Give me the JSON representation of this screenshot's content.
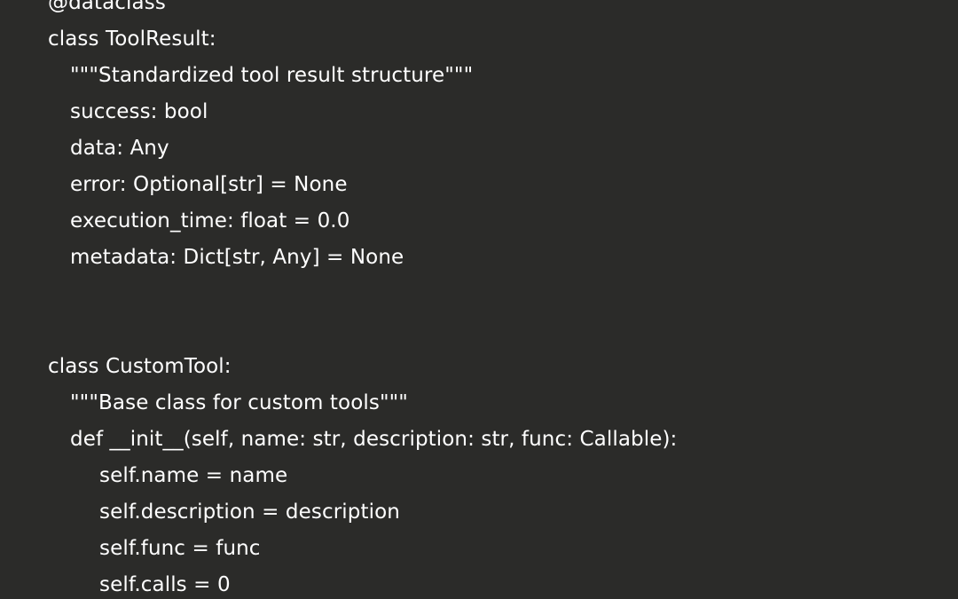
{
  "editor": {
    "background_color": "#2b2b29",
    "text_color": "#ffffff",
    "lines": [
      {
        "text": "@dataclass",
        "indent": 0
      },
      {
        "text": "class ToolResult:",
        "indent": 0
      },
      {
        "text": "\"\"\"Standardized tool result structure\"\"\"",
        "indent": 1
      },
      {
        "text": "success: bool",
        "indent": 1
      },
      {
        "text": "data: Any",
        "indent": 1
      },
      {
        "text": "error: Optional[str] = None",
        "indent": 1
      },
      {
        "text": "execution_time: float = 0.0",
        "indent": 1
      },
      {
        "text": "metadata: Dict[str, Any] = None",
        "indent": 1
      },
      {
        "text": "",
        "indent": 0
      },
      {
        "text": "",
        "indent": 0
      },
      {
        "text": "class CustomTool:",
        "indent": 0
      },
      {
        "text": "\"\"\"Base class for custom tools\"\"\"",
        "indent": 1
      },
      {
        "text": "def __init__(self, name: str, description: str, func: Callable):",
        "indent": 1
      },
      {
        "text": "self.name = name",
        "indent": 2
      },
      {
        "text": "self.description = description",
        "indent": 2
      },
      {
        "text": "self.func = func",
        "indent": 2
      },
      {
        "text": "self.calls = 0",
        "indent": 2
      }
    ]
  }
}
